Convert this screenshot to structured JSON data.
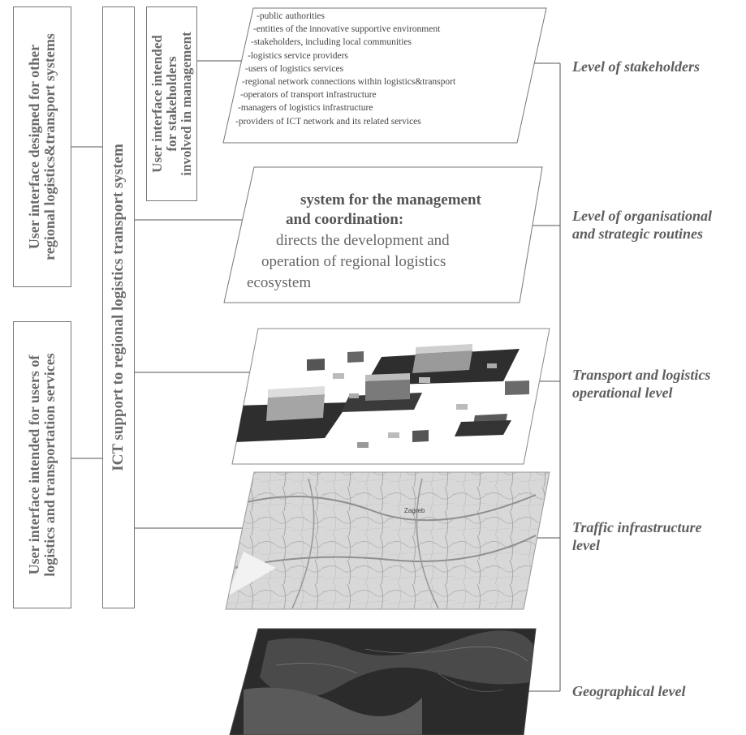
{
  "left_boxes": {
    "other_systems": {
      "line1": "User interface designed for other",
      "line2": "regional logistics&transport systems"
    },
    "users_services": {
      "line1": "User interface intended for users of",
      "line2": "logistics and transportation services"
    },
    "ict_support": "ICT support to regional logistics transport system",
    "stakeholders_mgmt": {
      "line1": "User interface intended",
      "line2": "for stakeholders",
      "line3": "involved in management"
    }
  },
  "stakeholders_list": [
    "-public authorities",
    "-entities of the innovative supportive environment",
    "-stakeholders, including local communities",
    "-logistics service providers",
    "-users of logistics services",
    "-regional network connections within logistics&transport",
    "-operators of transport infrastructure",
    "-managers of logistics infrastructure",
    "-providers of ICT network and its related services"
  ],
  "management_box": {
    "heading1": "system for the management",
    "heading2": "and coordination:",
    "body1": "directs the development and",
    "body2": "operation of regional logistics",
    "body3": "ecosystem"
  },
  "levels": {
    "stakeholders": "Level of stakeholders",
    "organisational_1": "Level of organisational",
    "organisational_2": "and strategic routines",
    "transport_1": "Transport and logistics",
    "transport_2": "operational level",
    "traffic_1": "Traffic infrastructure",
    "traffic_2": "level",
    "geographical": "Geographical level"
  },
  "map_labels": {
    "city": "Zagreb"
  },
  "colors": {
    "text": "#5e5e5e",
    "line": "#555555",
    "map_bg": "#dcdcdc",
    "geo_bg": "#2a2a2a"
  }
}
